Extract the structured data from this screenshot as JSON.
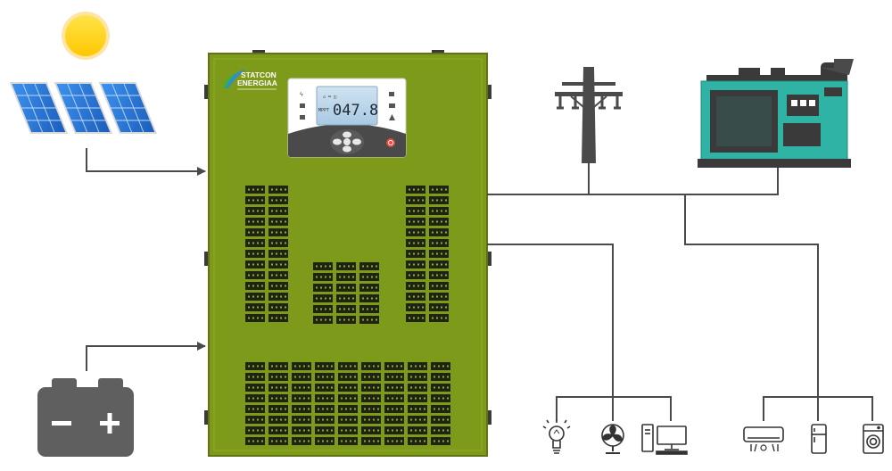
{
  "brand": {
    "name_line1": "STATCON",
    "name_line2": "ENERGIAA"
  },
  "display": {
    "mode_label": "MPPT",
    "reading": "047.8"
  },
  "loads": {
    "left_group": [
      "bulb-icon",
      "fan-icon",
      "computer-icon"
    ],
    "right_group": [
      "air-conditioner-icon",
      "refrigerator-icon",
      "washing-machine-icon"
    ]
  },
  "sources": [
    "sun-icon",
    "solar-panel-icon",
    "battery-icon",
    "grid-pole-icon",
    "generator-icon"
  ],
  "colors": {
    "cabinet": "#7e9a1a",
    "generator": "#2fb3a4",
    "sun": "#ffd21f",
    "solar_panel": "#2c7ad6",
    "battery": "#5f5f5f",
    "lines": "#4a4a4a"
  }
}
